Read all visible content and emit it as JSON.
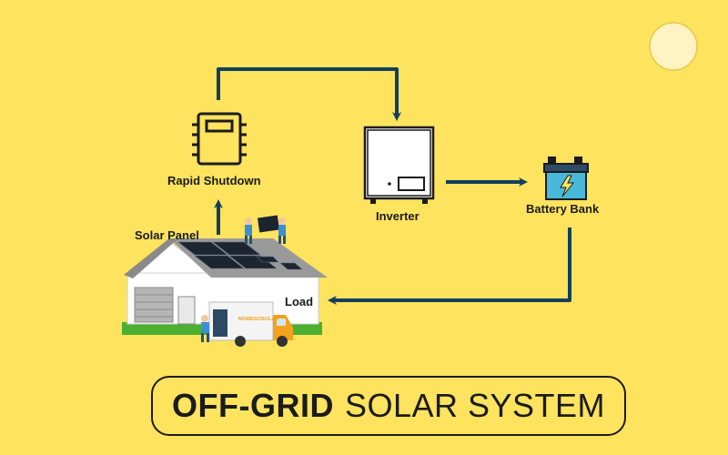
{
  "title": {
    "bold_part": "OFF-GRID",
    "regular_part": "SOLAR SYSTEM"
  },
  "components": {
    "rapid_shutdown": "Rapid Shutdown",
    "inverter": "Inverter",
    "battery_bank": "Battery Bank",
    "solar_panel": "Solar Panel",
    "load": "Load",
    "truck_brand": "MOREGOSOLAR"
  },
  "colors": {
    "background": "#fde35e",
    "arrow": "#123f5c",
    "sun": "#fff3c4",
    "panel": "#1c2430",
    "battery": "#4ab8d8",
    "grass": "#4caf32"
  },
  "icons": [
    "sun-icon",
    "rapid-shutdown-icon",
    "inverter-icon",
    "battery-icon",
    "house-icon",
    "truck-icon",
    "worker-icon"
  ]
}
